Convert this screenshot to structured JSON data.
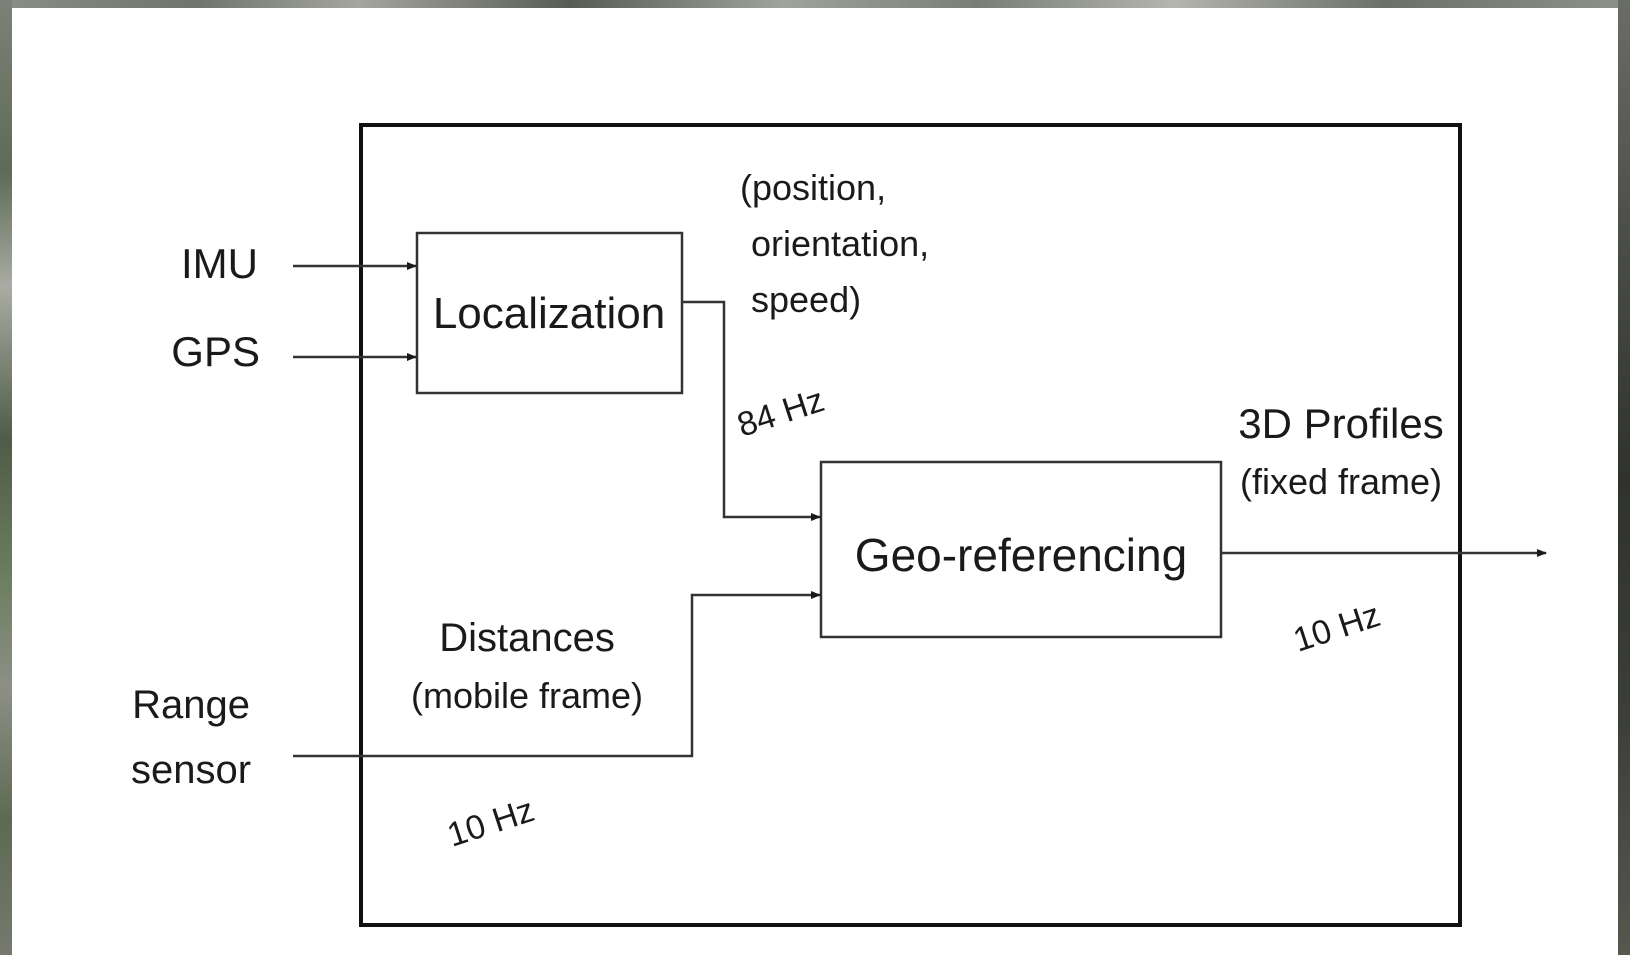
{
  "inputs": {
    "imu": "IMU",
    "gps": "GPS",
    "range_line1": "Range",
    "range_line2": "sensor"
  },
  "blocks": {
    "localization": "Localization",
    "georeferencing": "Geo-referencing"
  },
  "annotations": {
    "pose_line1": "(position,",
    "pose_line2": "orientation,",
    "pose_line3": "speed)",
    "pose_rate": "84 Hz",
    "distances_line1": "Distances",
    "distances_line2": "(mobile frame)",
    "range_rate": "10 Hz",
    "output_line1": "3D Profiles",
    "output_line2": "(fixed frame)",
    "output_rate": "10 Hz"
  }
}
